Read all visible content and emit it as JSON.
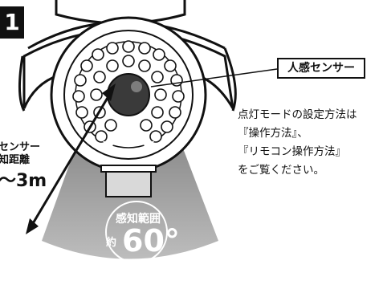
{
  "step_badge": "1",
  "callout": {
    "sensor_label": "人感センサー"
  },
  "range": {
    "line1": "センサー",
    "line2": "知距離",
    "distance": "〜3m"
  },
  "instructions": {
    "line1": "点灯モードの設定方法は",
    "line2": "『操作方法』、",
    "line3": "『リモコン操作方法』",
    "line4": "をご覧ください。"
  },
  "detection_angle": {
    "title": "感知範囲",
    "approx": "約",
    "value": "60°"
  },
  "colors": {
    "cone": "#8a8a8a",
    "outline": "#111111",
    "background": "#ffffff"
  }
}
